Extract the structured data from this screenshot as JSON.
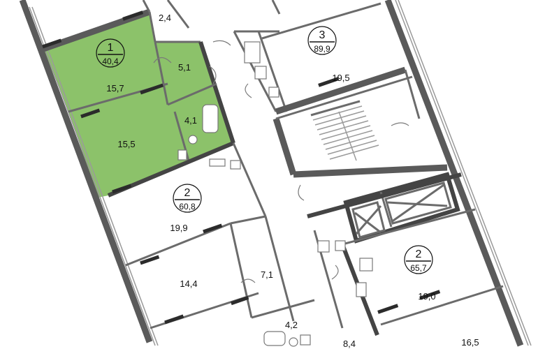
{
  "colors": {
    "highlight": "#8cc26a",
    "wall": "#5a5a5a",
    "background": "#ffffff"
  },
  "apartments": [
    {
      "number": "1",
      "total_area": "40,4"
    },
    {
      "number": "2",
      "total_area": "60,8"
    },
    {
      "number": "3",
      "total_area": "89,9"
    },
    {
      "number": "2",
      "total_area": "65,7"
    }
  ],
  "rooms": [
    "2,4",
    "5,1",
    "15,7",
    "4,1",
    "15,5",
    "19,9",
    "14,4",
    "7,1",
    "4,2",
    "19,5",
    "19,0",
    "16,5",
    "8,4"
  ]
}
